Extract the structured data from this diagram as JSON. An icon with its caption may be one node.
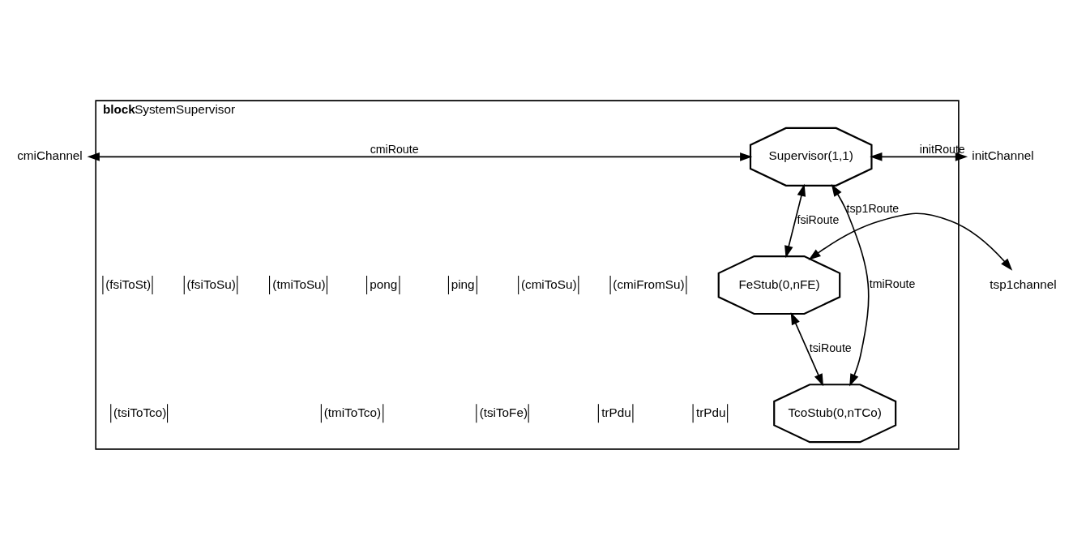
{
  "diagram": {
    "nodes": [
      {
        "text": [
          "block",
          "SystemSupervisor"
        ]
      },
      {
        "text": [
          "Supervisor(1,1)"
        ],
        "in": 0
      },
      {
        "text": [
          "FeStub(0,nFE)"
        ],
        "in": 0
      },
      {
        "text": [
          "TcoStub(0,nTCo)"
        ],
        "in": 0
      },
      {
        "text": [
          "cmiChannel"
        ]
      },
      {
        "text": [
          "initChannel"
        ]
      },
      {
        "text": [
          "tsp1channel"
        ]
      }
    ],
    "edges": [
      {
        "from": 4,
        "to": 1,
        "arrow": "both",
        "label": "cmiRoute"
      },
      {
        "from": 1,
        "to": 5,
        "arrow": "both",
        "label": "initRoute"
      },
      {
        "from": 1,
        "to": 2,
        "arrow": "both",
        "label": "fsiRoute"
      },
      {
        "from": 2,
        "to": 6,
        "arrow": "both",
        "label": "tsp1Route"
      },
      {
        "from": 1,
        "to": 3,
        "arrow": "both",
        "label": "tmiRoute"
      },
      {
        "from": 2,
        "to": 3,
        "arrow": "both",
        "label": "tsiRoute"
      }
    ],
    "labels": [
      "(cmiFromSu)",
      "(cmiToSu)",
      "ping",
      "pong",
      "(tmiToSu)",
      "(fsiToSu)",
      "(fsiToSt)",
      "trPdu",
      "trPdu",
      "(tsiToFe)",
      "(tmiToTco)",
      "(tsiToTco)"
    ]
  }
}
